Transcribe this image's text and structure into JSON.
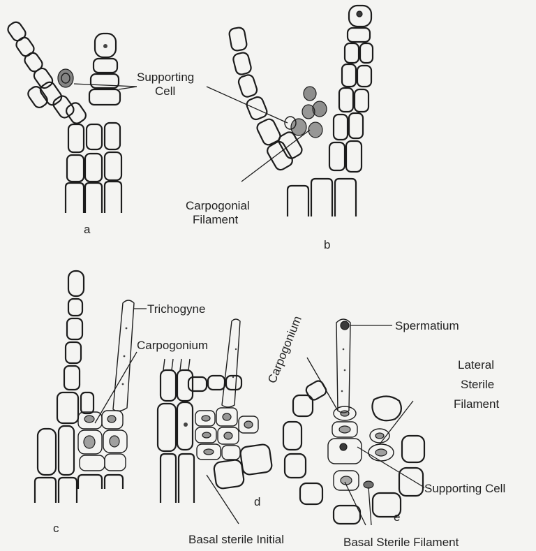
{
  "labels": {
    "supporting_cell_top_line1": "Supporting",
    "supporting_cell_top_line2": "Cell",
    "carpogonial_line1": "Carpogonial",
    "carpogonial_line2": "Filament",
    "trichogyne": "Trichogyne",
    "carpogonium_c": "Carpogonium",
    "carpogonium_e": "Carpogonium",
    "spermatium": "Spermatium",
    "lateral_line1": "Lateral",
    "lateral_line2": "Sterile",
    "lateral_line3": "Filament",
    "supporting_cell_e": "Supporting Cell",
    "basal_sterile_initial": "Basal sterile Initial",
    "basal_sterile_filament": "Basal Sterile Filament"
  },
  "panels": {
    "a": "a",
    "b": "b",
    "c": "c",
    "d": "d",
    "e": "e"
  }
}
